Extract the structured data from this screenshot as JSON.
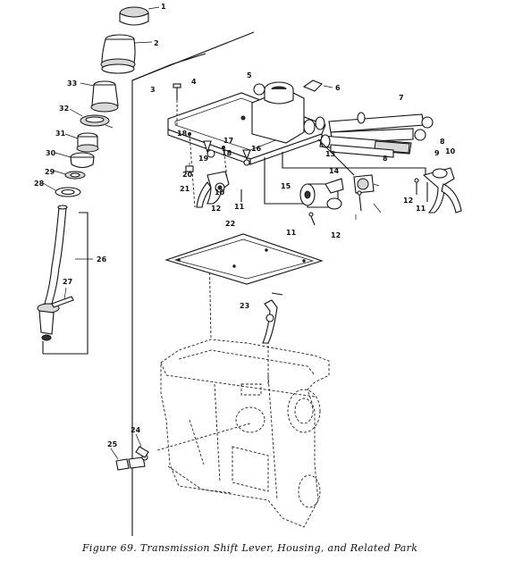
{
  "caption": "Figure 69. Transmission Shift Lever, Housing, and Related Park",
  "callouts": [
    "1",
    "2",
    "33",
    "3",
    "4",
    "5",
    "6",
    "7",
    "32",
    "31",
    "18",
    "17",
    "16",
    "8",
    "9",
    "10",
    "30",
    "29",
    "28",
    "19",
    "18",
    "13",
    "8",
    "14",
    "20",
    "15",
    "21",
    "10",
    "12",
    "11",
    "12",
    "11",
    "11",
    "12",
    "22",
    "26",
    "27",
    "23",
    "24",
    "25"
  ]
}
